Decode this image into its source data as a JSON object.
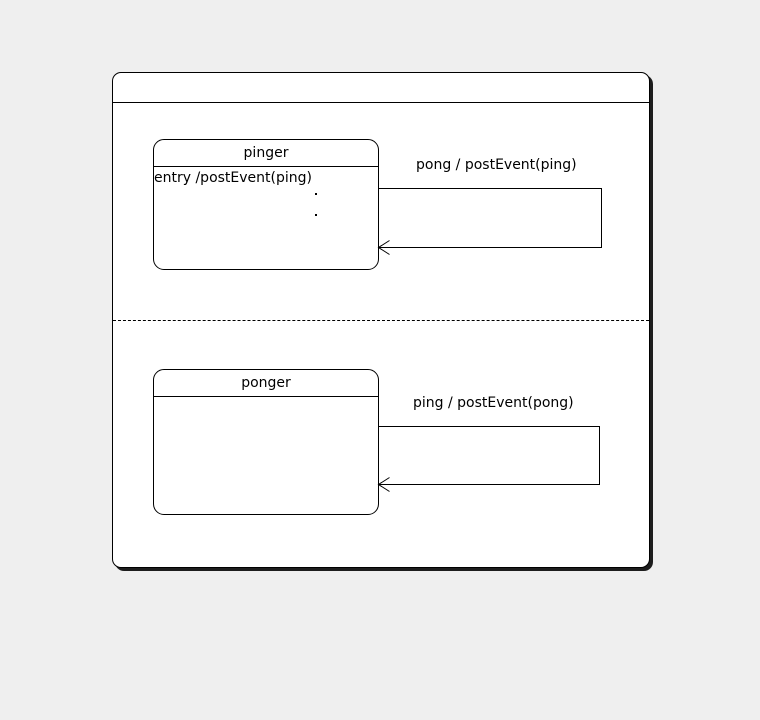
{
  "diagram": {
    "type": "uml-state-machine",
    "background_color": "#efefef",
    "line_color": "#000000",
    "fill_color": "#ffffff",
    "composite_state": {
      "name": "",
      "regions": [
        {
          "id": "region-upper",
          "states": [
            {
              "id": "pinger",
              "name": "pinger",
              "compartment_text": "entry /postEvent(ping)",
              "ellipsis": "·"
            }
          ],
          "transitions": [
            {
              "id": "pinger-self",
              "kind": "self-transition",
              "source": "pinger",
              "target": "pinger",
              "label": "pong / postEvent(ping)",
              "trigger": "pong",
              "effect": "postEvent(ping)"
            }
          ]
        },
        {
          "id": "region-lower",
          "states": [
            {
              "id": "ponger",
              "name": "ponger",
              "compartment_text": "",
              "ellipsis": ""
            }
          ],
          "transitions": [
            {
              "id": "ponger-self",
              "kind": "self-transition",
              "source": "ponger",
              "target": "ponger",
              "label": "ping / postEvent(pong)",
              "trigger": "ping",
              "effect": "postEvent(pong)"
            }
          ]
        }
      ],
      "region_separator": "dashed"
    }
  }
}
